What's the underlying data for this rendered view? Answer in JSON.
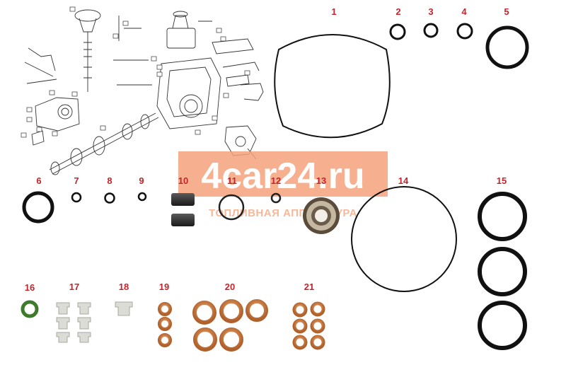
{
  "watermark": {
    "brand": "4car24.ru",
    "tagline": "ТОПЛИВНАЯ АППАРАТУРА"
  },
  "parts": [
    {
      "id": "1",
      "label": "1"
    },
    {
      "id": "2",
      "label": "2"
    },
    {
      "id": "3",
      "label": "3"
    },
    {
      "id": "4",
      "label": "4"
    },
    {
      "id": "5",
      "label": "5"
    },
    {
      "id": "6",
      "label": "6"
    },
    {
      "id": "7",
      "label": "7"
    },
    {
      "id": "8",
      "label": "8"
    },
    {
      "id": "9",
      "label": "9"
    },
    {
      "id": "10",
      "label": "10"
    },
    {
      "id": "11",
      "label": "11"
    },
    {
      "id": "12",
      "label": "12"
    },
    {
      "id": "13",
      "label": "13"
    },
    {
      "id": "14",
      "label": "14"
    },
    {
      "id": "15",
      "label": "15"
    },
    {
      "id": "16",
      "label": "16"
    },
    {
      "id": "17",
      "label": "17"
    },
    {
      "id": "18",
      "label": "18"
    },
    {
      "id": "19",
      "label": "19"
    },
    {
      "id": "20",
      "label": "20"
    },
    {
      "id": "21",
      "label": "21"
    }
  ],
  "colors": {
    "number": "#c0262d",
    "seal_black": "#111111",
    "copper": "#c8733a",
    "watermark_fill": "#f5a27c"
  }
}
